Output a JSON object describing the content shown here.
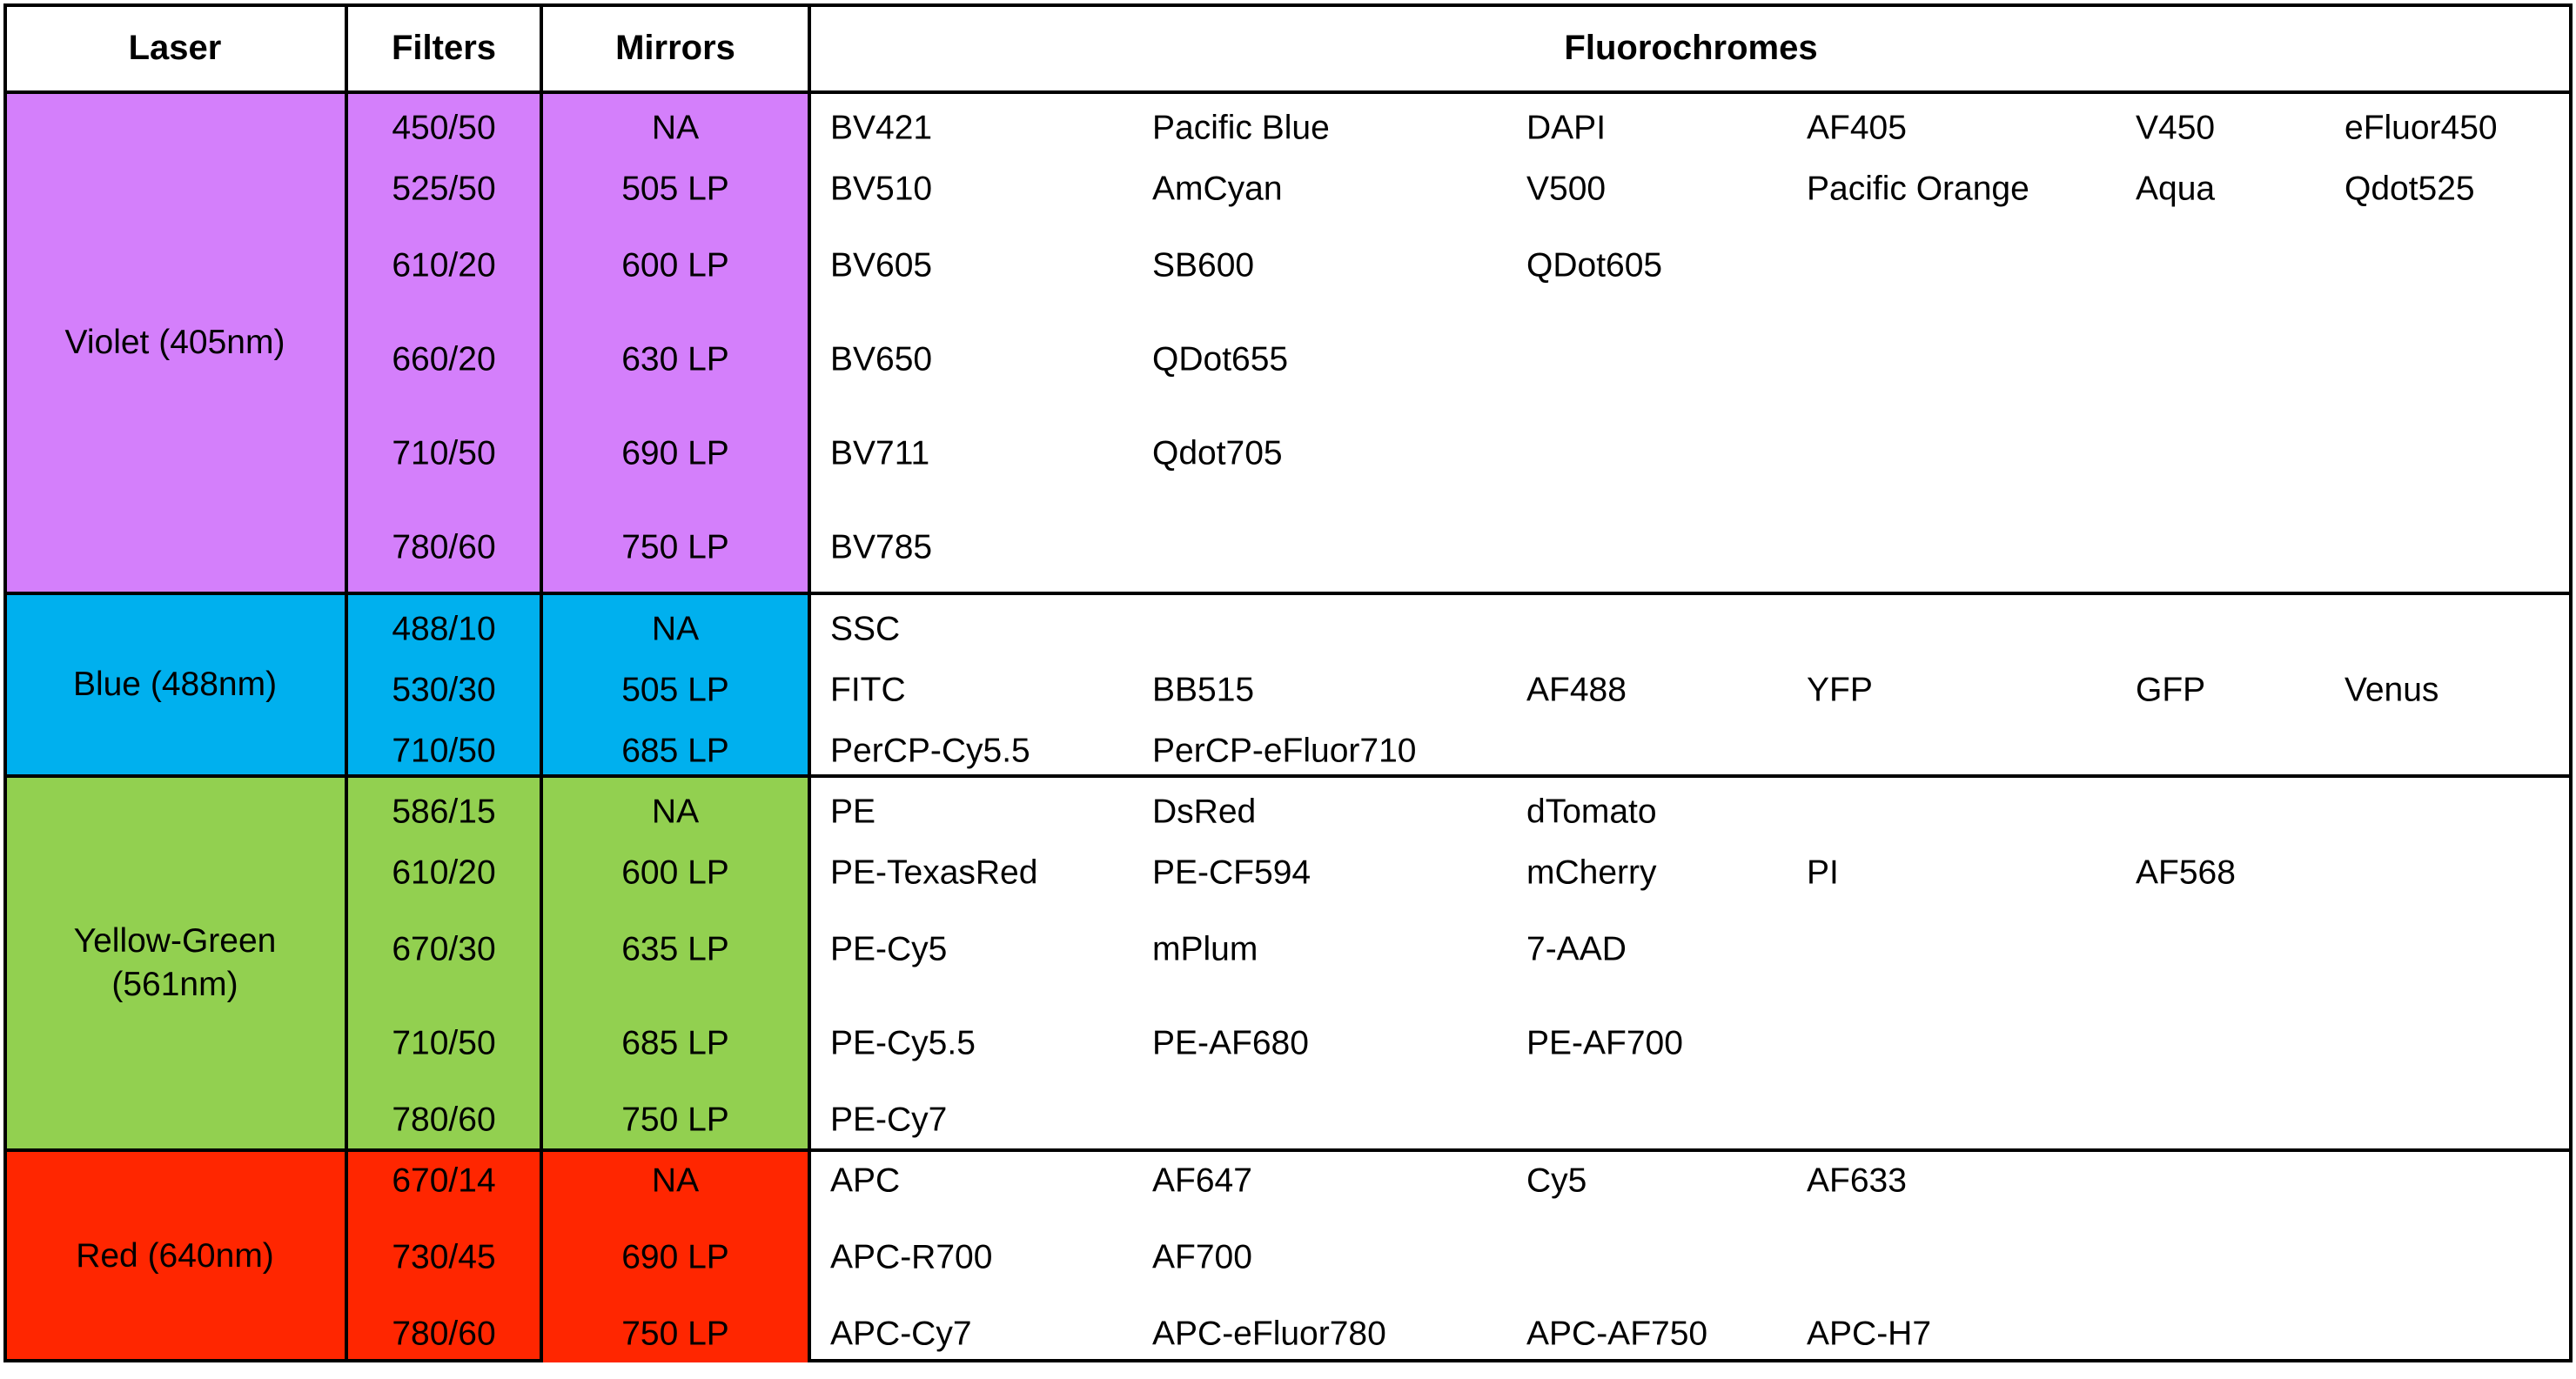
{
  "header": {
    "laser": "Laser",
    "filters": "Filters",
    "mirrors": "Mirrors",
    "fluorochromes": "Fluorochromes"
  },
  "colors": {
    "violet": "#d47ffb",
    "blue": "#00b0ee",
    "yellow_green": "#92d050",
    "red": "#ff2600",
    "border": "#000000",
    "background": "#ffffff"
  },
  "groups": [
    {
      "laser": "Violet (405nm)",
      "rows": [
        {
          "filter": "450/50",
          "mirror": "NA",
          "fluorochromes": [
            "BV421",
            "Pacific Blue",
            "DAPI",
            "AF405",
            "V450",
            "eFluor450"
          ]
        },
        {
          "filter": "525/50",
          "mirror": "505 LP",
          "fluorochromes": [
            "BV510",
            "AmCyan",
            "V500",
            "Pacific Orange",
            "Aqua",
            "Qdot525"
          ]
        },
        {
          "filter": "610/20",
          "mirror": "600 LP",
          "fluorochromes": [
            "BV605",
            "SB600",
            "QDot605"
          ]
        },
        {
          "filter": "660/20",
          "mirror": "630 LP",
          "fluorochromes": [
            "BV650",
            "QDot655"
          ]
        },
        {
          "filter": "710/50",
          "mirror": "690 LP",
          "fluorochromes": [
            "BV711",
            "Qdot705"
          ]
        },
        {
          "filter": "780/60",
          "mirror": "750 LP",
          "fluorochromes": [
            "BV785"
          ]
        }
      ]
    },
    {
      "laser": "Blue (488nm)",
      "rows": [
        {
          "filter": "488/10",
          "mirror": "NA",
          "fluorochromes": [
            "SSC"
          ]
        },
        {
          "filter": "530/30",
          "mirror": "505 LP",
          "fluorochromes": [
            "FITC",
            "BB515",
            "AF488",
            "YFP",
            "GFP",
            "Venus"
          ]
        },
        {
          "filter": "710/50",
          "mirror": "685 LP",
          "fluorochromes": [
            "PerCP-Cy5.5",
            "PerCP-eFluor710"
          ]
        }
      ]
    },
    {
      "laser_lines": [
        "Yellow-Green",
        "(561nm)"
      ],
      "rows": [
        {
          "filter": "586/15",
          "mirror": "NA",
          "fluorochromes": [
            "PE",
            "DsRed",
            "dTomato"
          ]
        },
        {
          "filter": "610/20",
          "mirror": "600 LP",
          "fluorochromes": [
            "PE-TexasRed",
            "PE-CF594",
            "mCherry",
            "PI",
            "AF568"
          ]
        },
        {
          "filter": "670/30",
          "mirror": "635 LP",
          "fluorochromes": [
            "PE-Cy5",
            "mPlum",
            "7-AAD"
          ]
        },
        {
          "filter": "710/50",
          "mirror": "685 LP",
          "fluorochromes": [
            "PE-Cy5.5",
            "PE-AF680",
            "PE-AF700"
          ]
        },
        {
          "filter": "780/60",
          "mirror": "750 LP",
          "fluorochromes": [
            "PE-Cy7"
          ]
        }
      ]
    },
    {
      "laser": "Red (640nm)",
      "rows": [
        {
          "filter": "670/14",
          "mirror": "NA",
          "fluorochromes": [
            "APC",
            "AF647",
            "Cy5",
            "AF633"
          ]
        },
        {
          "filter": "730/45",
          "mirror": "690 LP",
          "fluorochromes": [
            "APC-R700",
            "AF700"
          ]
        },
        {
          "filter": "780/60",
          "mirror": "750 LP",
          "fluorochromes": [
            "APC-Cy7",
            "APC-eFluor780",
            "APC-AF750",
            "APC-H7"
          ]
        }
      ]
    }
  ]
}
